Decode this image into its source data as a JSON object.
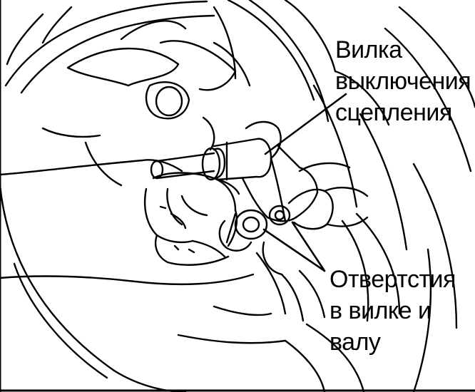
{
  "labels": {
    "fork": {
      "lines": [
        "Вилка",
        "выключения",
        "сцепления"
      ]
    },
    "screwdrivers": {
      "lines": [
        "Отвертстия",
        "в вилке и",
        "валу"
      ]
    }
  },
  "colors": {
    "ink": "#000000",
    "paper": "#ffffff"
  }
}
